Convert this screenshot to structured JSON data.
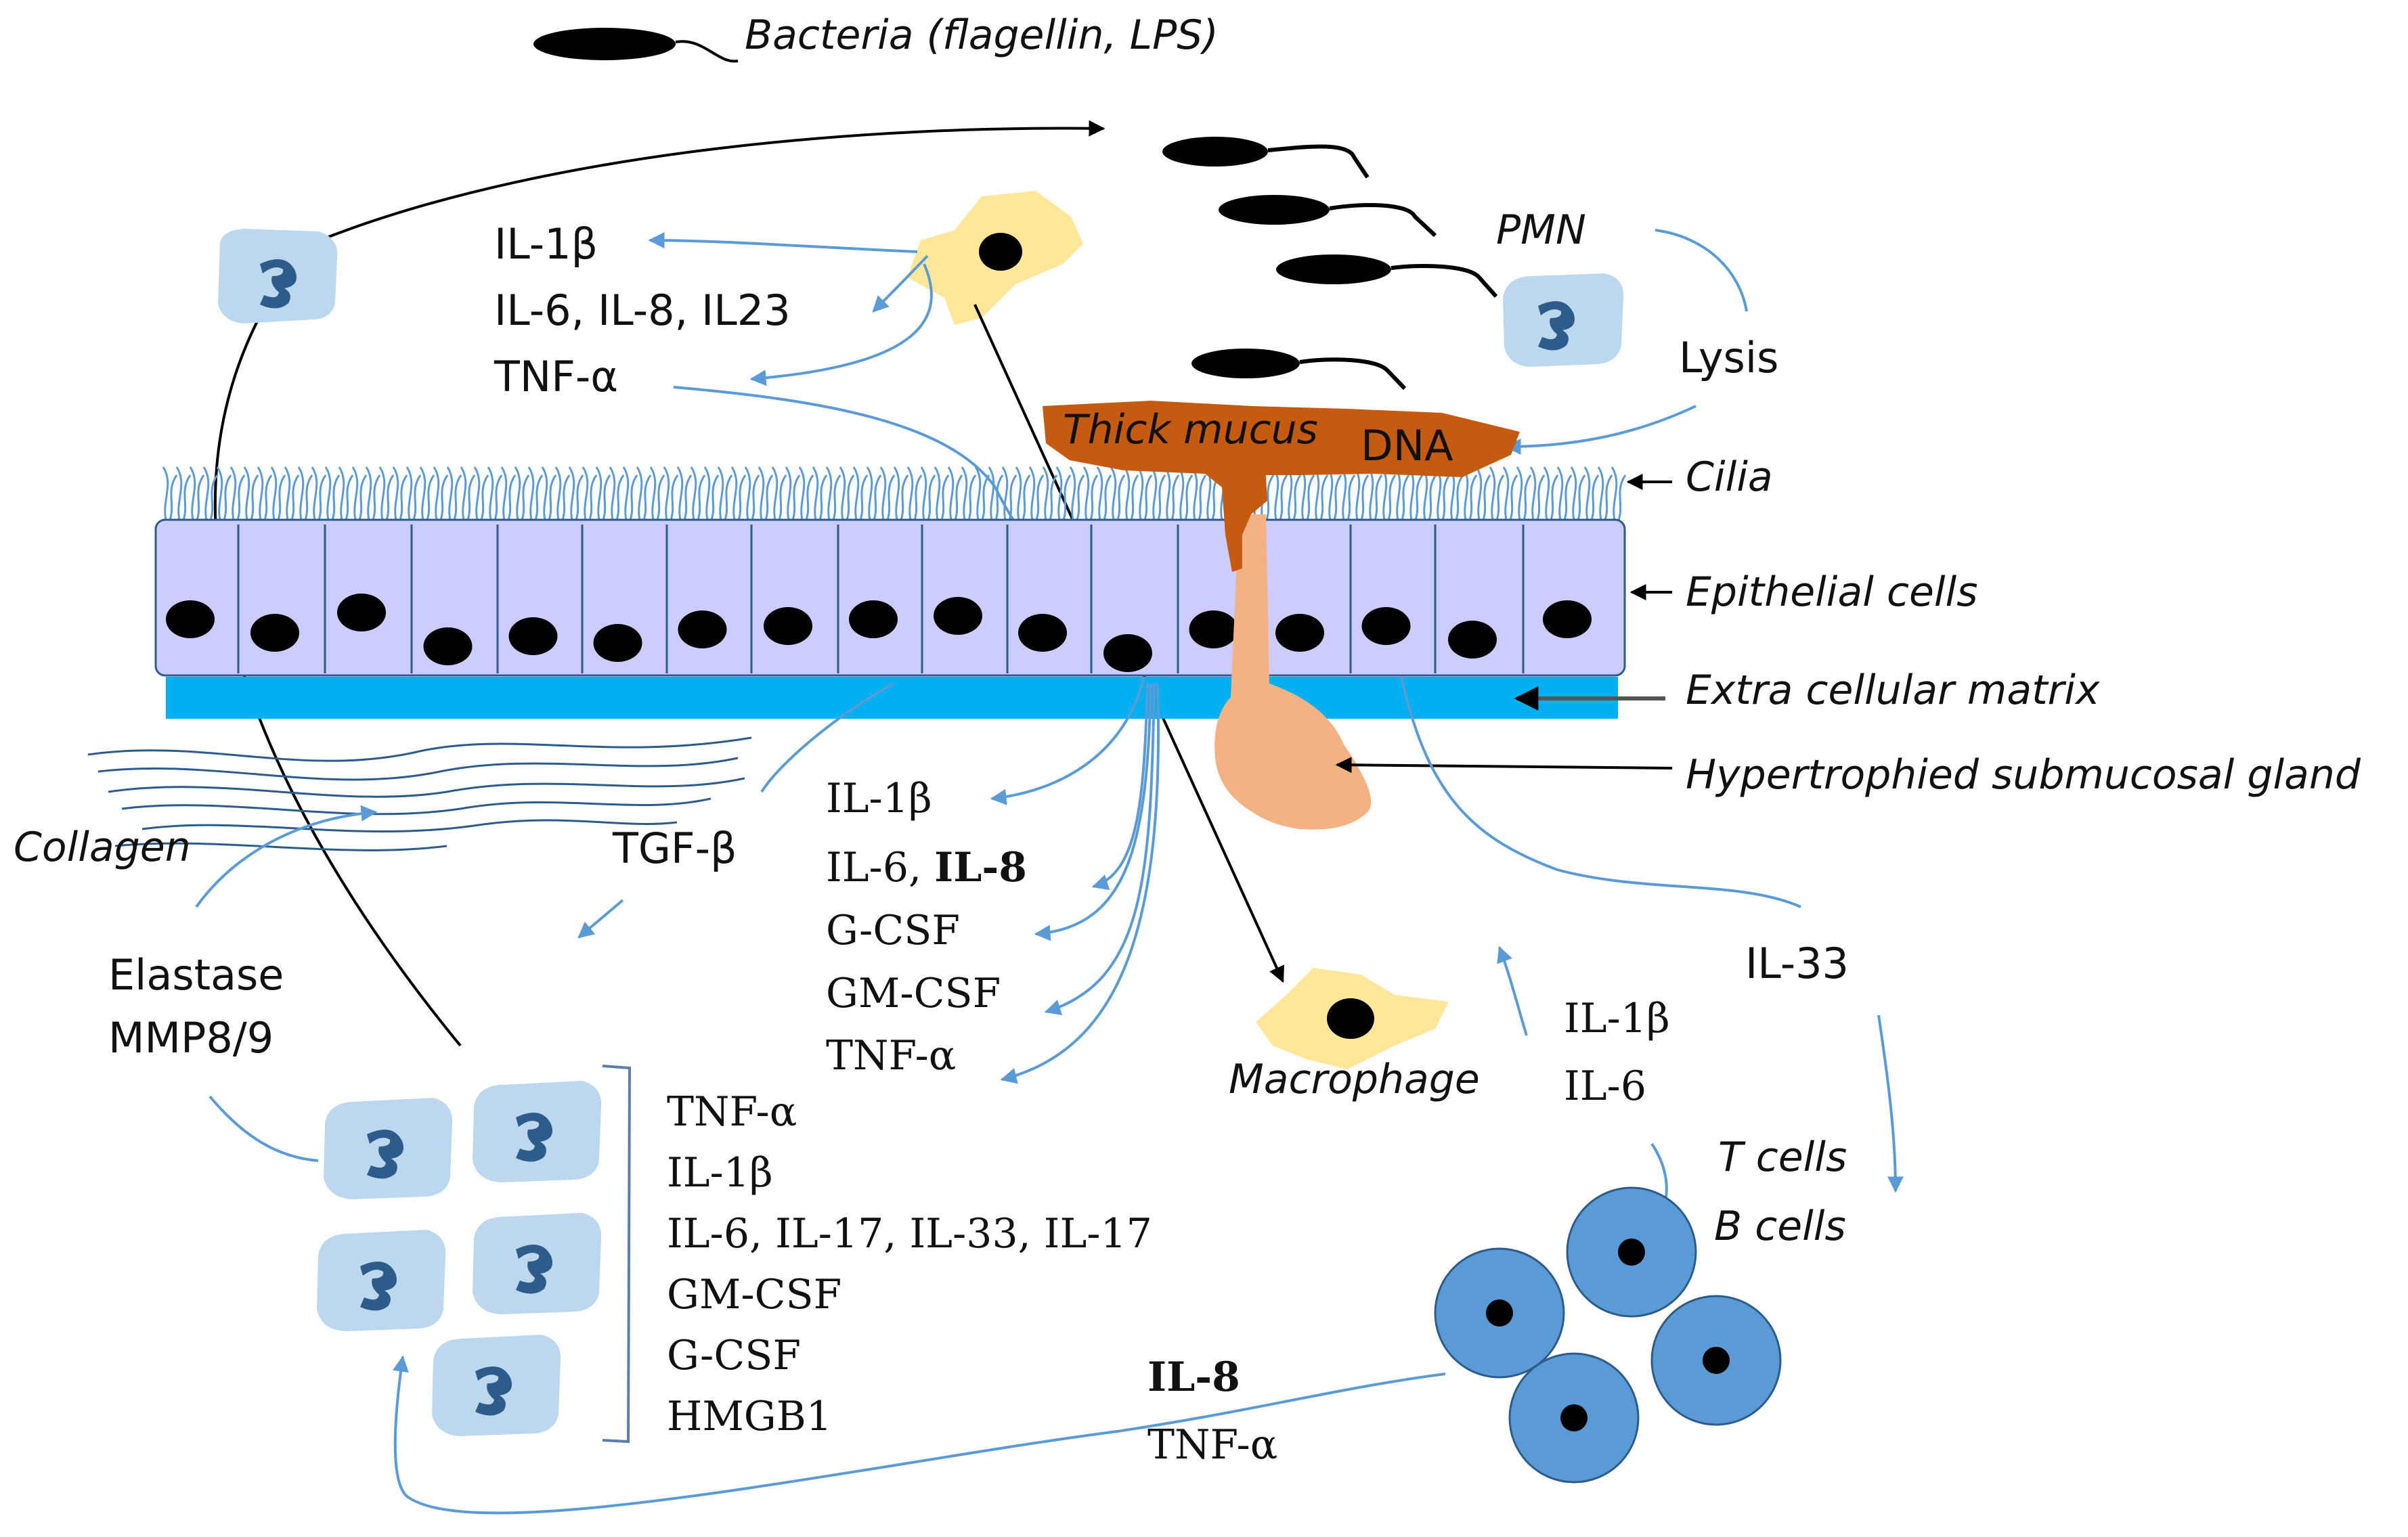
{
  "bacteria_label": "Bacteria (flagellin, LPS)",
  "pmn_label": "PMN",
  "lysis_label": "Lysis",
  "mucus_label": "Thick mucus",
  "dna_label": "DNA",
  "cilia_label": "Cilia",
  "epithelial_label": "Epithelial cells",
  "ecm_label": "Extra cellular matrix",
  "gland_label": "Hypertrophied submucosal gland",
  "collagen_label": "Collagen",
  "tgf_label": "TGF-β",
  "elastase_label": "Elastase",
  "mmp_label": "MMP8/9",
  "macrophage_label": "Macrophage",
  "il33_label": "IL-33",
  "t_cells_label": "T cells",
  "b_cells_label": "B cells",
  "top_cytokines": {
    "il1b": "IL-1β",
    "il6_8_23": "IL-6, IL-8, IL23",
    "tnfa": "TNF-α"
  },
  "epi_cytokines": {
    "il1b": "IL-1β",
    "il6": "IL-6, ",
    "il8": "IL-8",
    "gcsf": "G-CSF",
    "gmcsf": "GM-CSF",
    "tnfa": "TNF-α"
  },
  "mac_cytokines": {
    "il1b": "IL-1β",
    "il6": "IL-6"
  },
  "neutrophil_cytokines": [
    "TNF-α",
    "IL-1β",
    "IL-6, IL-17, IL-33, IL-17",
    "GM-CSF",
    "G-CSF",
    "HMGB1"
  ],
  "lymph_cytokines": {
    "il8": "IL-8",
    "tnfa": "TNF-α"
  },
  "colors": {
    "epithelium": "#ccccff",
    "ecm": "#00b0f0",
    "mucus": "#c55a11",
    "gland": "#f4b183",
    "macrophage": "#ffe699",
    "neutrophil": "#bdd7ee",
    "lymphocyte": "#5b9bd5",
    "arrow_blue": "#5b9bd5"
  }
}
